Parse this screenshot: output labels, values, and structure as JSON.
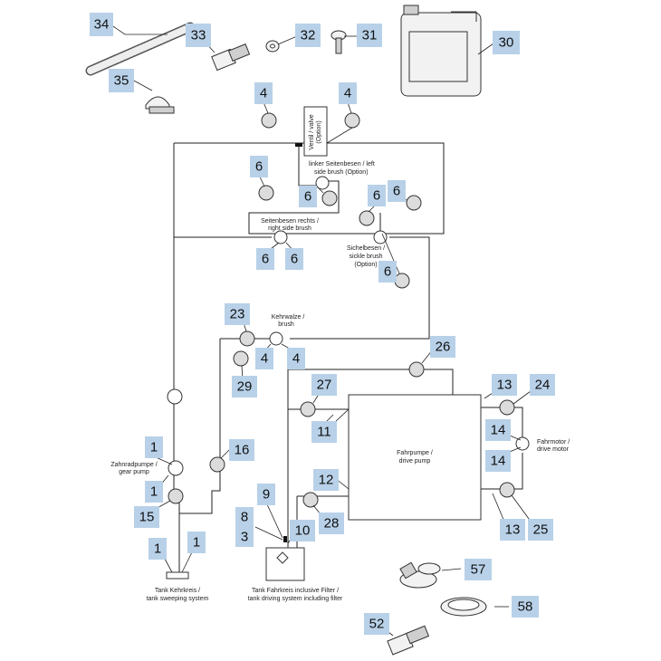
{
  "labels": {
    "valve": "Ventil / valve",
    "valve_option": "(Option)",
    "left_brush_1": "linker Seitenbesen / left",
    "left_brush_2": "side brush (Option)",
    "right_brush_1": "Seitenbesen rechts /",
    "right_brush_2": "right side brush",
    "sickle_1": "Sichelbesen /",
    "sickle_2": "sickle brush",
    "sickle_3": "(Option)",
    "kehrwalze_1": "Kehrwalze  /",
    "kehrwalze_2": "brush",
    "fahrmotor_1": "Fahrmotor /",
    "fahrmotor_2": "drive motor",
    "fahrpumpe_1": "Fahrpumpe /",
    "fahrpumpe_2": "drive pump",
    "zahnrad_1": "Zahnradpumpe /",
    "zahnrad_2": "gear pump",
    "tank_sweep_1": "Tank Kehrkreis /",
    "tank_sweep_2": "tank sweeping system",
    "tank_drive_1": "Tank Fahrkreis inclusive Filter /",
    "tank_drive_2": "tank driving system including filter"
  },
  "callouts": {
    "c34": "34",
    "c33": "33",
    "c32": "32",
    "c31": "31",
    "c30": "30",
    "c35": "35",
    "c4a": "4",
    "c4b": "4",
    "c6a": "6",
    "c6b": "6",
    "c6c": "6",
    "c6d": "6",
    "c6e": "6",
    "c6f": "6",
    "c6g": "6",
    "c23": "23",
    "c4c": "4",
    "c4d": "4",
    "c29": "29",
    "c26": "26",
    "c27": "27",
    "c11": "11",
    "c13a": "13",
    "c24": "24",
    "c14a": "14",
    "c14b": "14",
    "c1a": "1",
    "c1b": "1",
    "c15": "15",
    "c16": "16",
    "c12": "12",
    "c9": "9",
    "c8": "8",
    "c3": "3",
    "c10": "10",
    "c28": "28",
    "c13b": "13",
    "c25": "25",
    "c1c": "1",
    "c1d": "1",
    "c57": "57",
    "c58": "58",
    "c52": "52"
  },
  "colors": {
    "badge": "#b8d1e8",
    "node_fill": "#dcdcdc",
    "line": "#222222"
  },
  "icons": [
    "hose-icon",
    "hose-fitting-icon",
    "washer-icon",
    "screw-icon",
    "canister-icon",
    "pipe-clamp-icon",
    "coupling-icon",
    "seal-ring-icon"
  ]
}
